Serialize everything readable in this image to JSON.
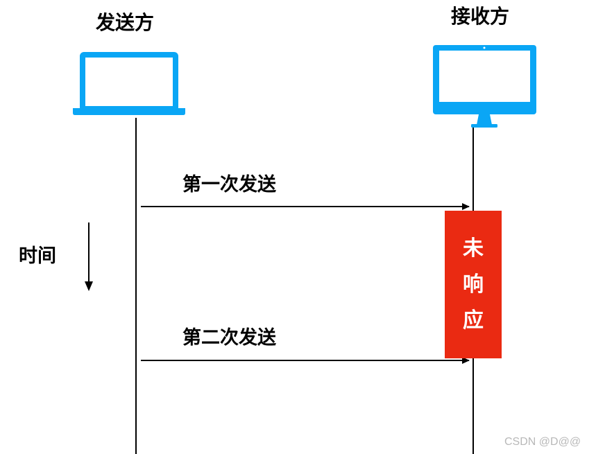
{
  "sender": {
    "title": "发送方",
    "icon": "laptop-icon"
  },
  "receiver": {
    "title": "接收方",
    "icon": "monitor-icon"
  },
  "time_axis": {
    "label": "时间"
  },
  "messages": [
    {
      "label": "第一次发送"
    },
    {
      "label": "第二次发送"
    }
  ],
  "no_response": {
    "chars": [
      "未",
      "响",
      "应"
    ]
  },
  "watermark": "CSDN @D@@",
  "colors": {
    "device_blue": "#0aa6f5",
    "no_response_red": "#ea2a12",
    "line": "#000000",
    "watermark": "#b8b8b8"
  }
}
